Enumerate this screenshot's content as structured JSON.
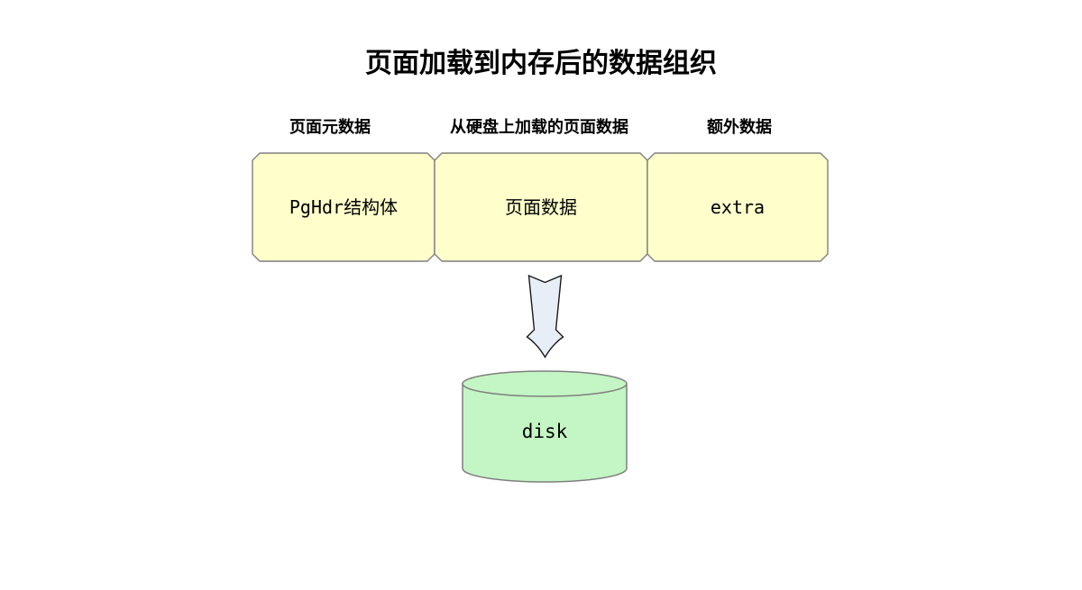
{
  "title": "页面加载到内存后的数据组织",
  "colors": {
    "background": "#FFFFFF",
    "text": "#000000",
    "box_fill": "#FFFFCC",
    "box_stroke": "#7F7F7F",
    "arrow_fill": "#E8EEF8",
    "arrow_stroke": "#1A1A1A",
    "cylinder_fill": "#C4F5C4",
    "cylinder_stroke": "#7F7F7F"
  },
  "memory_row": {
    "segments": [
      {
        "label": "页面元数据",
        "content": "PgHdr结构体"
      },
      {
        "label": "从硬盘上加载的页面数据",
        "content": "页面数据"
      },
      {
        "label": "额外数据",
        "content": "extra"
      }
    ]
  },
  "disk": {
    "label": "disk"
  }
}
